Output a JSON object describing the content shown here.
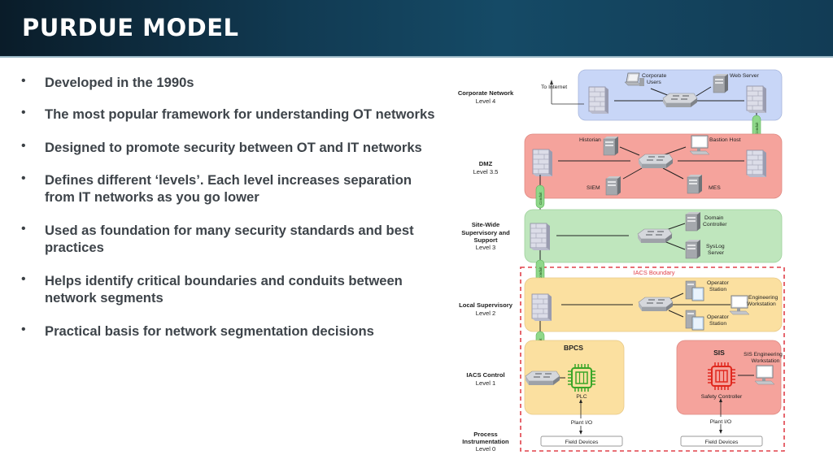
{
  "slide": {
    "title": "PURDUE MODEL",
    "header_color": "#123c55"
  },
  "bullets": [
    {
      "text": "Developed in the 1990s"
    },
    {
      "text": "The most popular framework for understanding OT networks"
    },
    {
      "text": "Designed to promote security between OT and IT networks"
    },
    {
      "text": "Defines different ‘levels’. Each level increases separation from IT networks as you go lower"
    },
    {
      "text": "Used as foundation for many security standards and best practices"
    },
    {
      "text": "Helps identify critical boundaries and conduits between network segments"
    },
    {
      "text": "Practical basis for network segmentation decisions"
    }
  ],
  "bullet_glyph": "•",
  "diagram": {
    "levels": [
      {
        "name": "Corporate Network",
        "level": "Level 4",
        "color": "#c8d6f7"
      },
      {
        "name": "DMZ",
        "level": "Level 3.5",
        "color": "#f5a39c"
      },
      {
        "name_lines": [
          "Site-Wide",
          "Supervisory and",
          "Support"
        ],
        "level": "Level 3",
        "color": "#bfe6bd"
      },
      {
        "name": "Local Supervisory",
        "level": "Level 2",
        "color": "#fbe0a0"
      },
      {
        "name": "IACS Control",
        "level": "Level 1"
      },
      {
        "name_lines": [
          "Process",
          "Instrumentation"
        ],
        "level": "Level 0"
      }
    ],
    "corporate": {
      "to_internet": "To Internet",
      "corporate_users": [
        "Corporate",
        "Users"
      ],
      "web_server": "Web Server"
    },
    "dmz": {
      "historian": "Historian",
      "bastion_host": "Bastion Host",
      "siem": "SIEM",
      "mes": "MES"
    },
    "site_wide": {
      "domain_controller": [
        "Domain",
        "Controller"
      ],
      "syslog_server": [
        "SysLog",
        "Server"
      ]
    },
    "iacs_boundary": "IACS Boundary",
    "boundary_color": "#e0414a",
    "local_supervisory": {
      "operator_station": [
        "Operator",
        "Station"
      ],
      "engineering_workstation": [
        "Engineering",
        "Workstation"
      ]
    },
    "bpcs": {
      "title": "BPCS",
      "plc": "PLC",
      "color": "#fbe0a0",
      "chip_color": "#3aa628"
    },
    "sis": {
      "title": "SIS",
      "safety_controller": "Safety Controller",
      "sis_workstation": [
        "SIS Engineering",
        "Workstation"
      ],
      "color": "#f5a39c",
      "chip_color": "#e0281e"
    },
    "plant_io": "Plant I/O",
    "field_devices": "Field Devices",
    "conduit": "Conduit",
    "conduit_color": "#8fd88a"
  }
}
